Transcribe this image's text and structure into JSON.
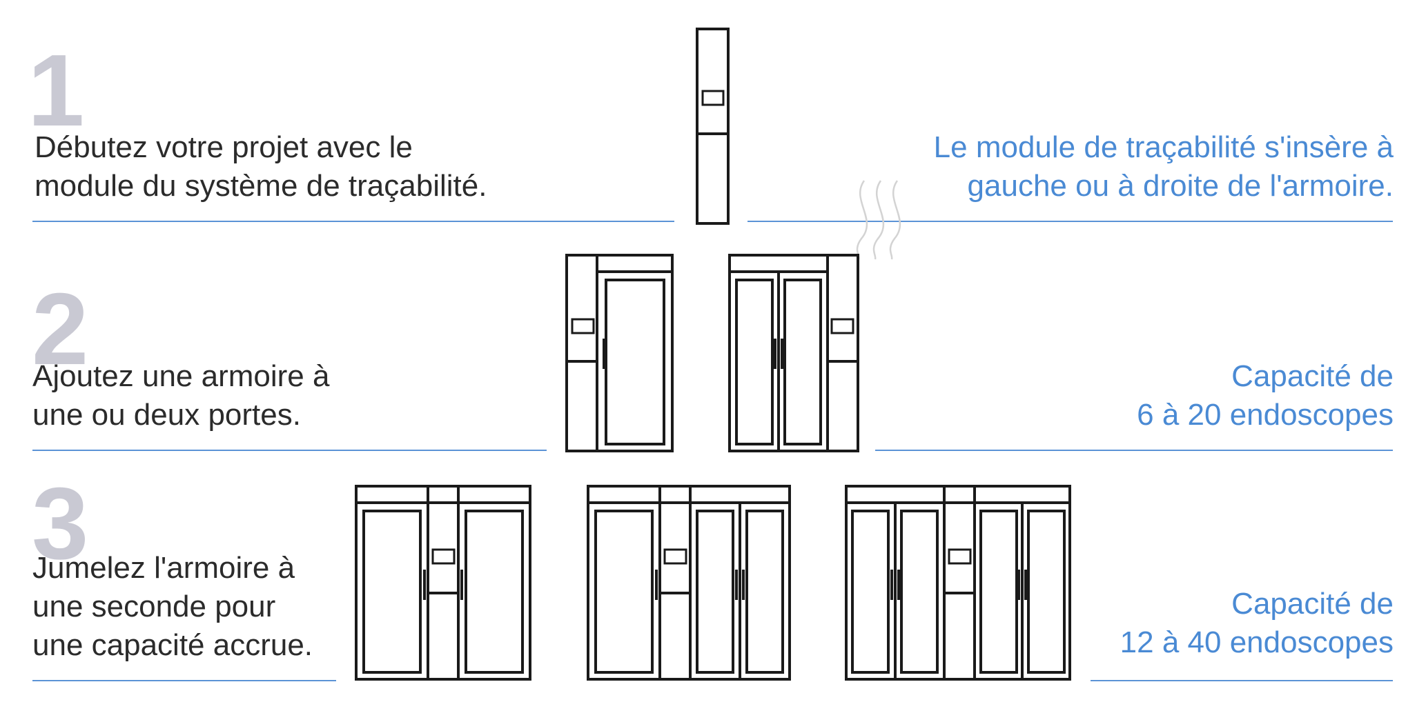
{
  "steps": [
    {
      "number": "1",
      "text_lines": [
        "Débutez votre projet avec le",
        "module du système de traçabilité."
      ],
      "note_lines": [
        "Le module de traçabilité s'insère à",
        "gauche ou à droite de l'armoire."
      ]
    },
    {
      "number": "2",
      "text_lines": [
        "Ajoutez une armoire à",
        "une ou deux portes."
      ],
      "note_lines": [
        "Capacité de",
        "6 à 20 endoscopes"
      ]
    },
    {
      "number": "3",
      "text_lines": [
        "Jumelez l'armoire à",
        "une seconde pour",
        "une capacité accrue."
      ],
      "note_lines": [
        "Capacité de",
        "12 à 40 endoscopes"
      ]
    }
  ],
  "colors": {
    "number": "#c9c9d3",
    "text": "#2b2b2b",
    "accent": "#4a8ad4",
    "line": "#5b93d6",
    "drawing": "#1a1a1a"
  },
  "illustrations": [
    "tracability-module-icon",
    "one-door-cabinet-with-module-icon",
    "two-door-cabinet-with-module-icon",
    "twin-one-door-cabinets-icon",
    "one-and-two-door-cabinets-icon",
    "twin-two-door-cabinets-icon"
  ]
}
